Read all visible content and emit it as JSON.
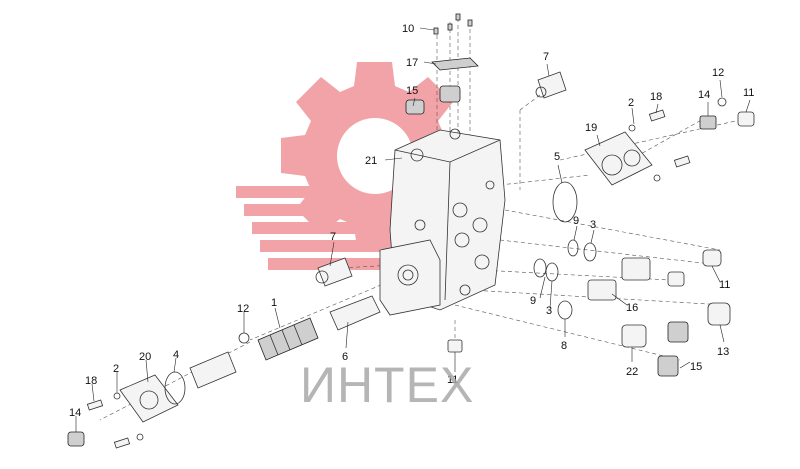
{
  "watermark": {
    "text": "ИНТЕХ",
    "mark_color": "#f2a3a8",
    "text_color": "#a9a9a9"
  },
  "callouts": [
    {
      "id": "10a",
      "label": "10"
    },
    {
      "id": "17",
      "label": "17"
    },
    {
      "id": "15a",
      "label": "15"
    },
    {
      "id": "21",
      "label": "21"
    },
    {
      "id": "7a",
      "label": "7"
    },
    {
      "id": "7b",
      "label": "7"
    },
    {
      "id": "5",
      "label": "5"
    },
    {
      "id": "2a",
      "label": "2"
    },
    {
      "id": "18a",
      "label": "18"
    },
    {
      "id": "19",
      "label": "19"
    },
    {
      "id": "14a",
      "label": "14"
    },
    {
      "id": "12a",
      "label": "12"
    },
    {
      "id": "11a",
      "label": "11"
    },
    {
      "id": "9a",
      "label": "9"
    },
    {
      "id": "3a",
      "label": "3"
    },
    {
      "id": "11b",
      "label": "11"
    },
    {
      "id": "16",
      "label": "16"
    },
    {
      "id": "9b",
      "label": "9"
    },
    {
      "id": "3b",
      "label": "3"
    },
    {
      "id": "8",
      "label": "8"
    },
    {
      "id": "13",
      "label": "13"
    },
    {
      "id": "22",
      "label": "22"
    },
    {
      "id": "15b",
      "label": "15"
    },
    {
      "id": "11c",
      "label": "11"
    },
    {
      "id": "12b",
      "label": "12"
    },
    {
      "id": "1",
      "label": "1"
    },
    {
      "id": "6",
      "label": "6"
    },
    {
      "id": "20",
      "label": "20"
    },
    {
      "id": "4",
      "label": "4"
    },
    {
      "id": "2b",
      "label": "2"
    },
    {
      "id": "18b",
      "label": "18"
    },
    {
      "id": "14b",
      "label": "14"
    }
  ]
}
